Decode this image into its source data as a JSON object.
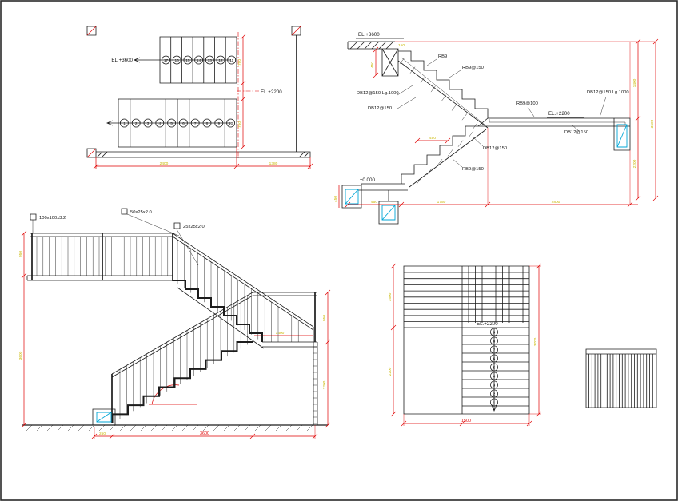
{
  "colors": {
    "line": "#1c1c1c",
    "dimension": "#e00000",
    "tick_label": "#c9b700",
    "highlight": "#00a6d6"
  },
  "plan_top": {
    "el_top": "EL.+3600",
    "el_mid": "EL.+2200",
    "upper_treads": [
      "17",
      "16",
      "15",
      "14",
      "13",
      "12",
      "11"
    ],
    "lower_treads": [
      "1",
      "2",
      "3",
      "4",
      "5",
      "6",
      "7",
      "8",
      "9",
      "10"
    ],
    "dim_bottom_left": "2400",
    "dim_bottom_right": "1380",
    "dim_width_upper": "750",
    "dim_width_lower": "750"
  },
  "section": {
    "el_top": "EL.+3600",
    "el_mid": "EL.+2200",
    "el_ground": "±0.000",
    "rb9": "RB9",
    "rb9_150_a": "RB9@150",
    "rb9_150_b": "RB9@150",
    "rb9_100": "RB9@100",
    "db12_lg_left": "DB12@150 Lg.1000",
    "db12_left": "DB12@150",
    "db12_lg_right": "DB12@150 Lg.1000",
    "db12_right": "DB12@150",
    "db12_mid": "DB12@150",
    "dim_slab": "150",
    "dim_beam": "450",
    "dim_step": "450",
    "dim_footing": "450",
    "dim_right_upper": "1400",
    "dim_right_lower": "2200",
    "dim_right_total": "3600",
    "dim_bottom_left": "450",
    "dim_bottom_mid": "1750",
    "dim_bottom_right": "2800"
  },
  "elevation": {
    "legend": [
      {
        "label": "100x100x3.2"
      },
      {
        "label": "50x25x2.0"
      },
      {
        "label": "25x25x2.0"
      }
    ],
    "dim_bottom_total": "3600",
    "dim_bottom_left": "250",
    "dim_left_top": "950",
    "dim_left_total": "3600",
    "dim_right_rail": "950",
    "dim_right_lower": "2200",
    "dim_landing": "1400"
  },
  "plan_lower": {
    "el": "EL.+2200",
    "treads": [
      "9",
      "8",
      "7",
      "6",
      "5",
      "4",
      "3",
      "2",
      "1"
    ],
    "dim_left_top": "1500",
    "dim_left_bottom": "2200",
    "dim_right": "3700",
    "dim_bottom": "1500"
  }
}
